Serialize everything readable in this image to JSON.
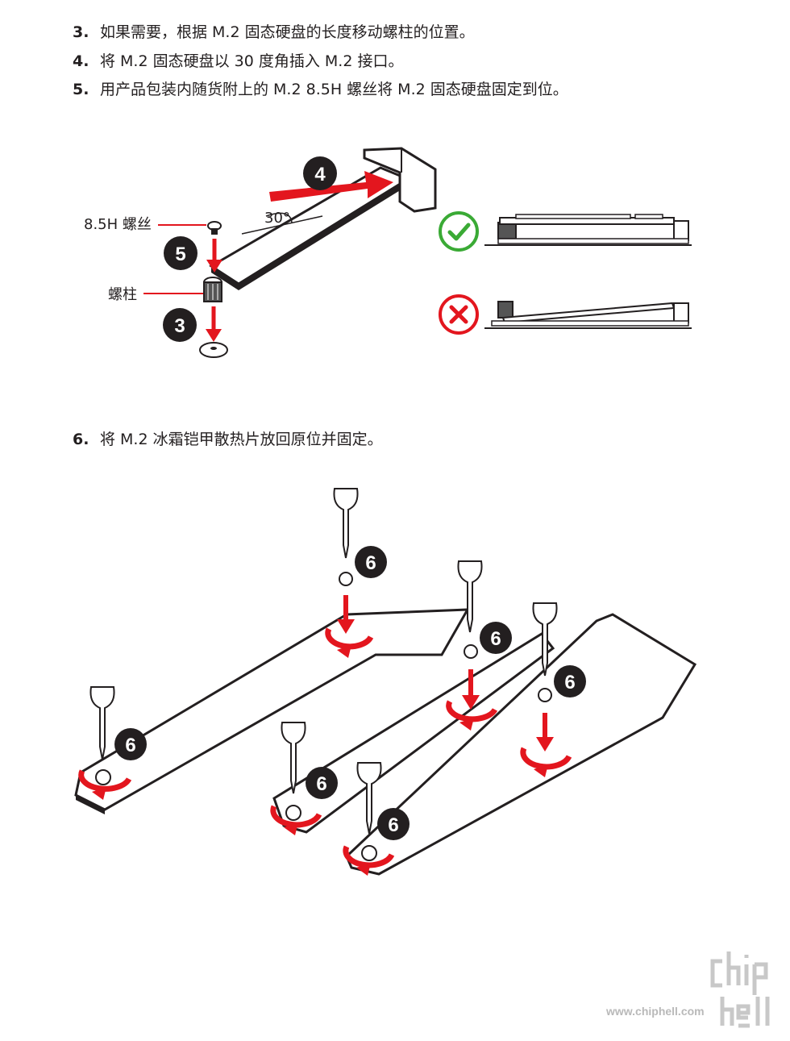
{
  "steps": [
    {
      "num": "3.",
      "text": "如果需要，根据 M.2 固态硬盘的长度移动螺柱的位置。"
    },
    {
      "num": "4.",
      "text": "将 M.2 固态硬盘以 30 度角插入 M.2 接口。"
    },
    {
      "num": "5.",
      "text": "用产品包装内随货附上的 M.2 8.5H 螺丝将 M.2 固态硬盘固定到位。"
    },
    {
      "num": "6.",
      "text": "将 M.2 冰霜铠甲散热片放回原位并固定。"
    }
  ],
  "figure1": {
    "screw_label": "8.5H 螺丝",
    "standoff_label": "螺柱",
    "angle_label": "30°",
    "badges": [
      "4",
      "5",
      "3"
    ],
    "correct_icon": "check-circle-icon",
    "wrong_icon": "cross-circle-icon"
  },
  "figure2": {
    "badges": [
      "6",
      "6",
      "6",
      "6",
      "6",
      "6"
    ]
  },
  "watermark": {
    "logo_text": "chiphell",
    "url": "www.chiphell.com"
  },
  "colors": {
    "red": "#e3161e",
    "green": "#3aaa35",
    "ink": "#231f20"
  }
}
